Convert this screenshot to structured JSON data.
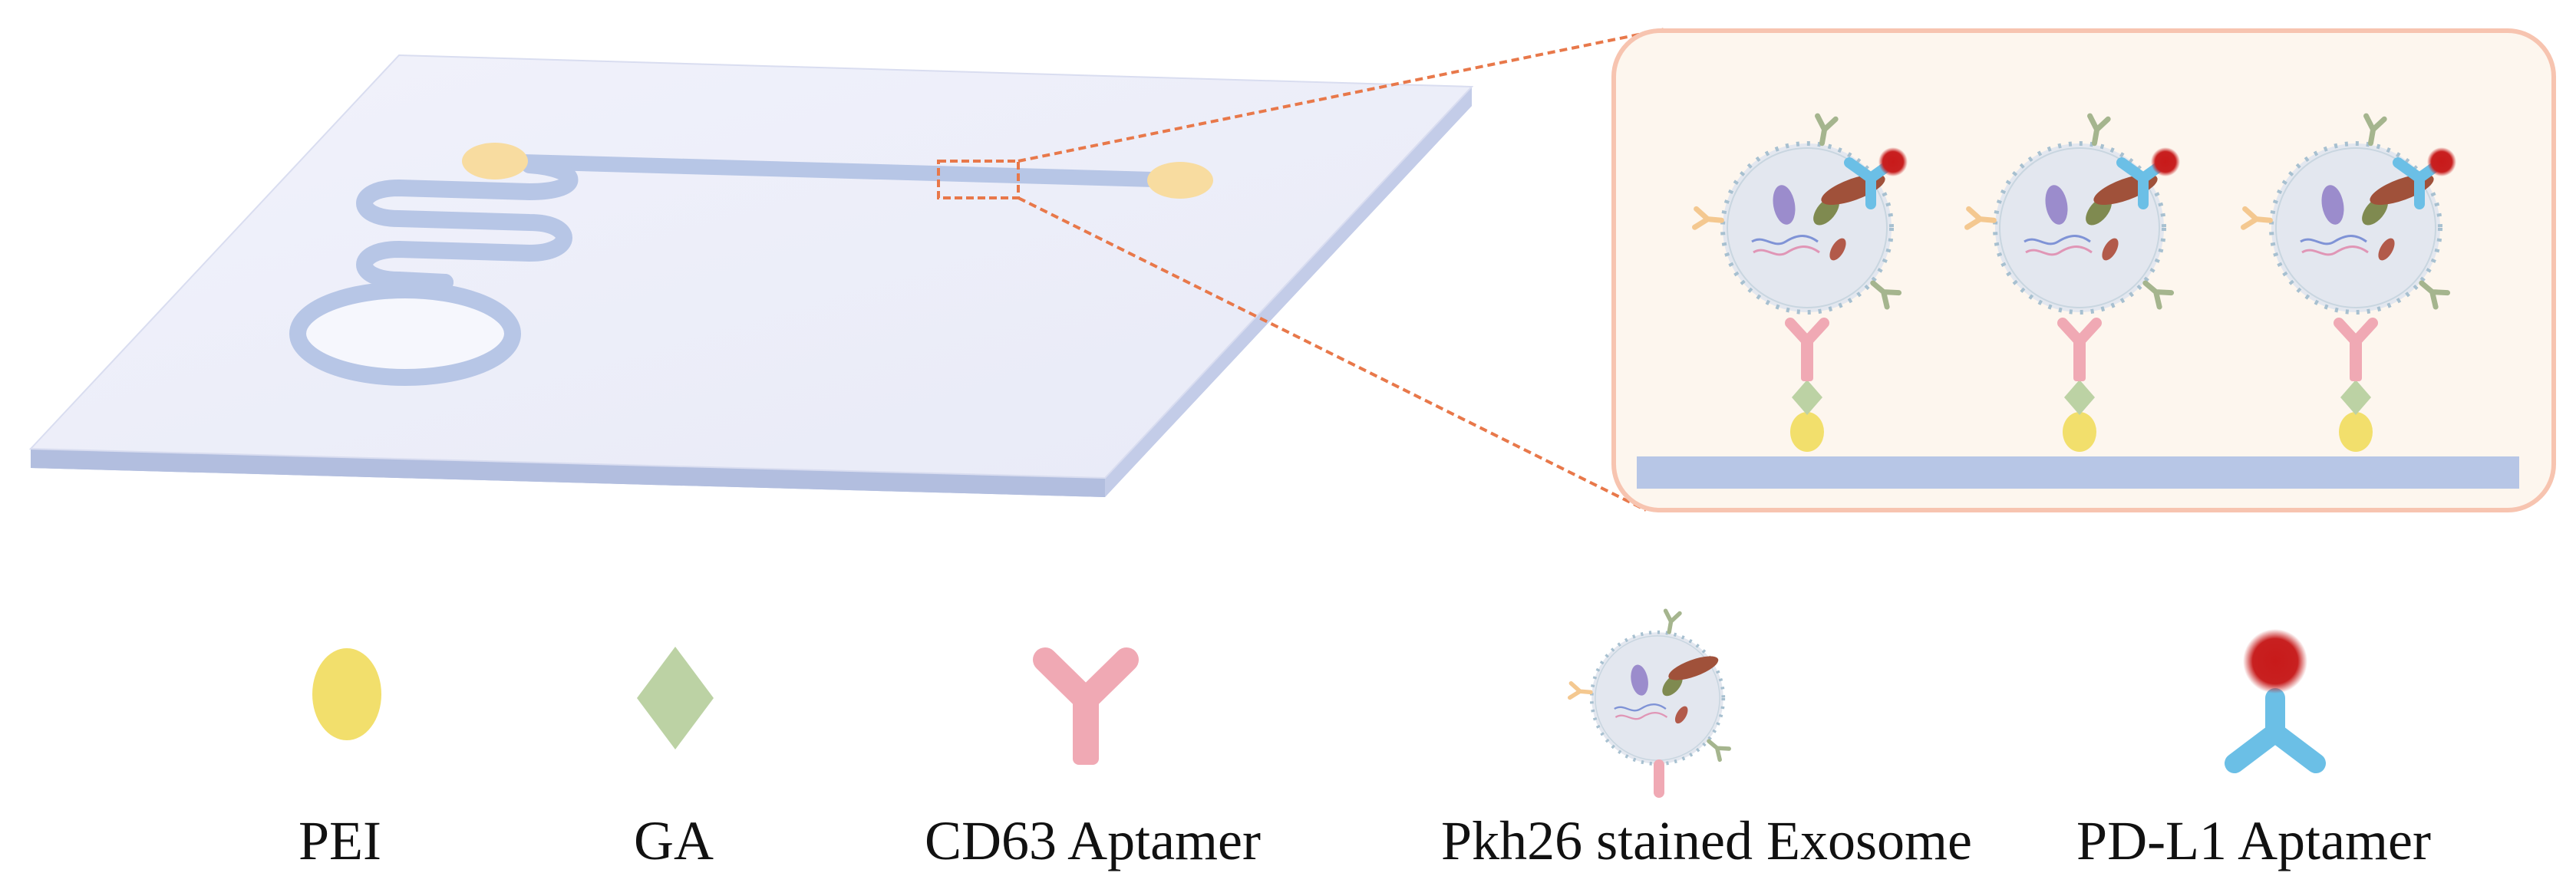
{
  "colors": {
    "background": "#ffffff",
    "chip_top": "#eef0fa",
    "chip_edge": "#a9b6d8",
    "channel": "#b7c6e6",
    "pei": "#f2df6c",
    "ga": "#bcd2a4",
    "cd63_aptamer": "#f0a9b4",
    "pdl1_aptamer": "#6bbfe6",
    "pdl1_target": "#c82020",
    "exosome_fill": "#e3e7ef",
    "exosome_membrane": "#9fb9cc",
    "zoom_frame": "#f7c4b0",
    "zoom_fill": "#fdf6ee",
    "zoom_lines": "#e8784a",
    "substrate": "#b7c6e6"
  },
  "icons": [
    "microfluidic-chip-icon",
    "pei-icon",
    "ga-icon",
    "cd63-aptamer-icon",
    "exosome-icon",
    "pdl1-aptamer-icon"
  ],
  "legend": [
    {
      "label": "PEI"
    },
    {
      "label": "GA"
    },
    {
      "label": "CD63 Aptamer"
    },
    {
      "label": "Pkh26 stained Exosome"
    },
    {
      "label": "PD-L1 Aptamer"
    }
  ]
}
